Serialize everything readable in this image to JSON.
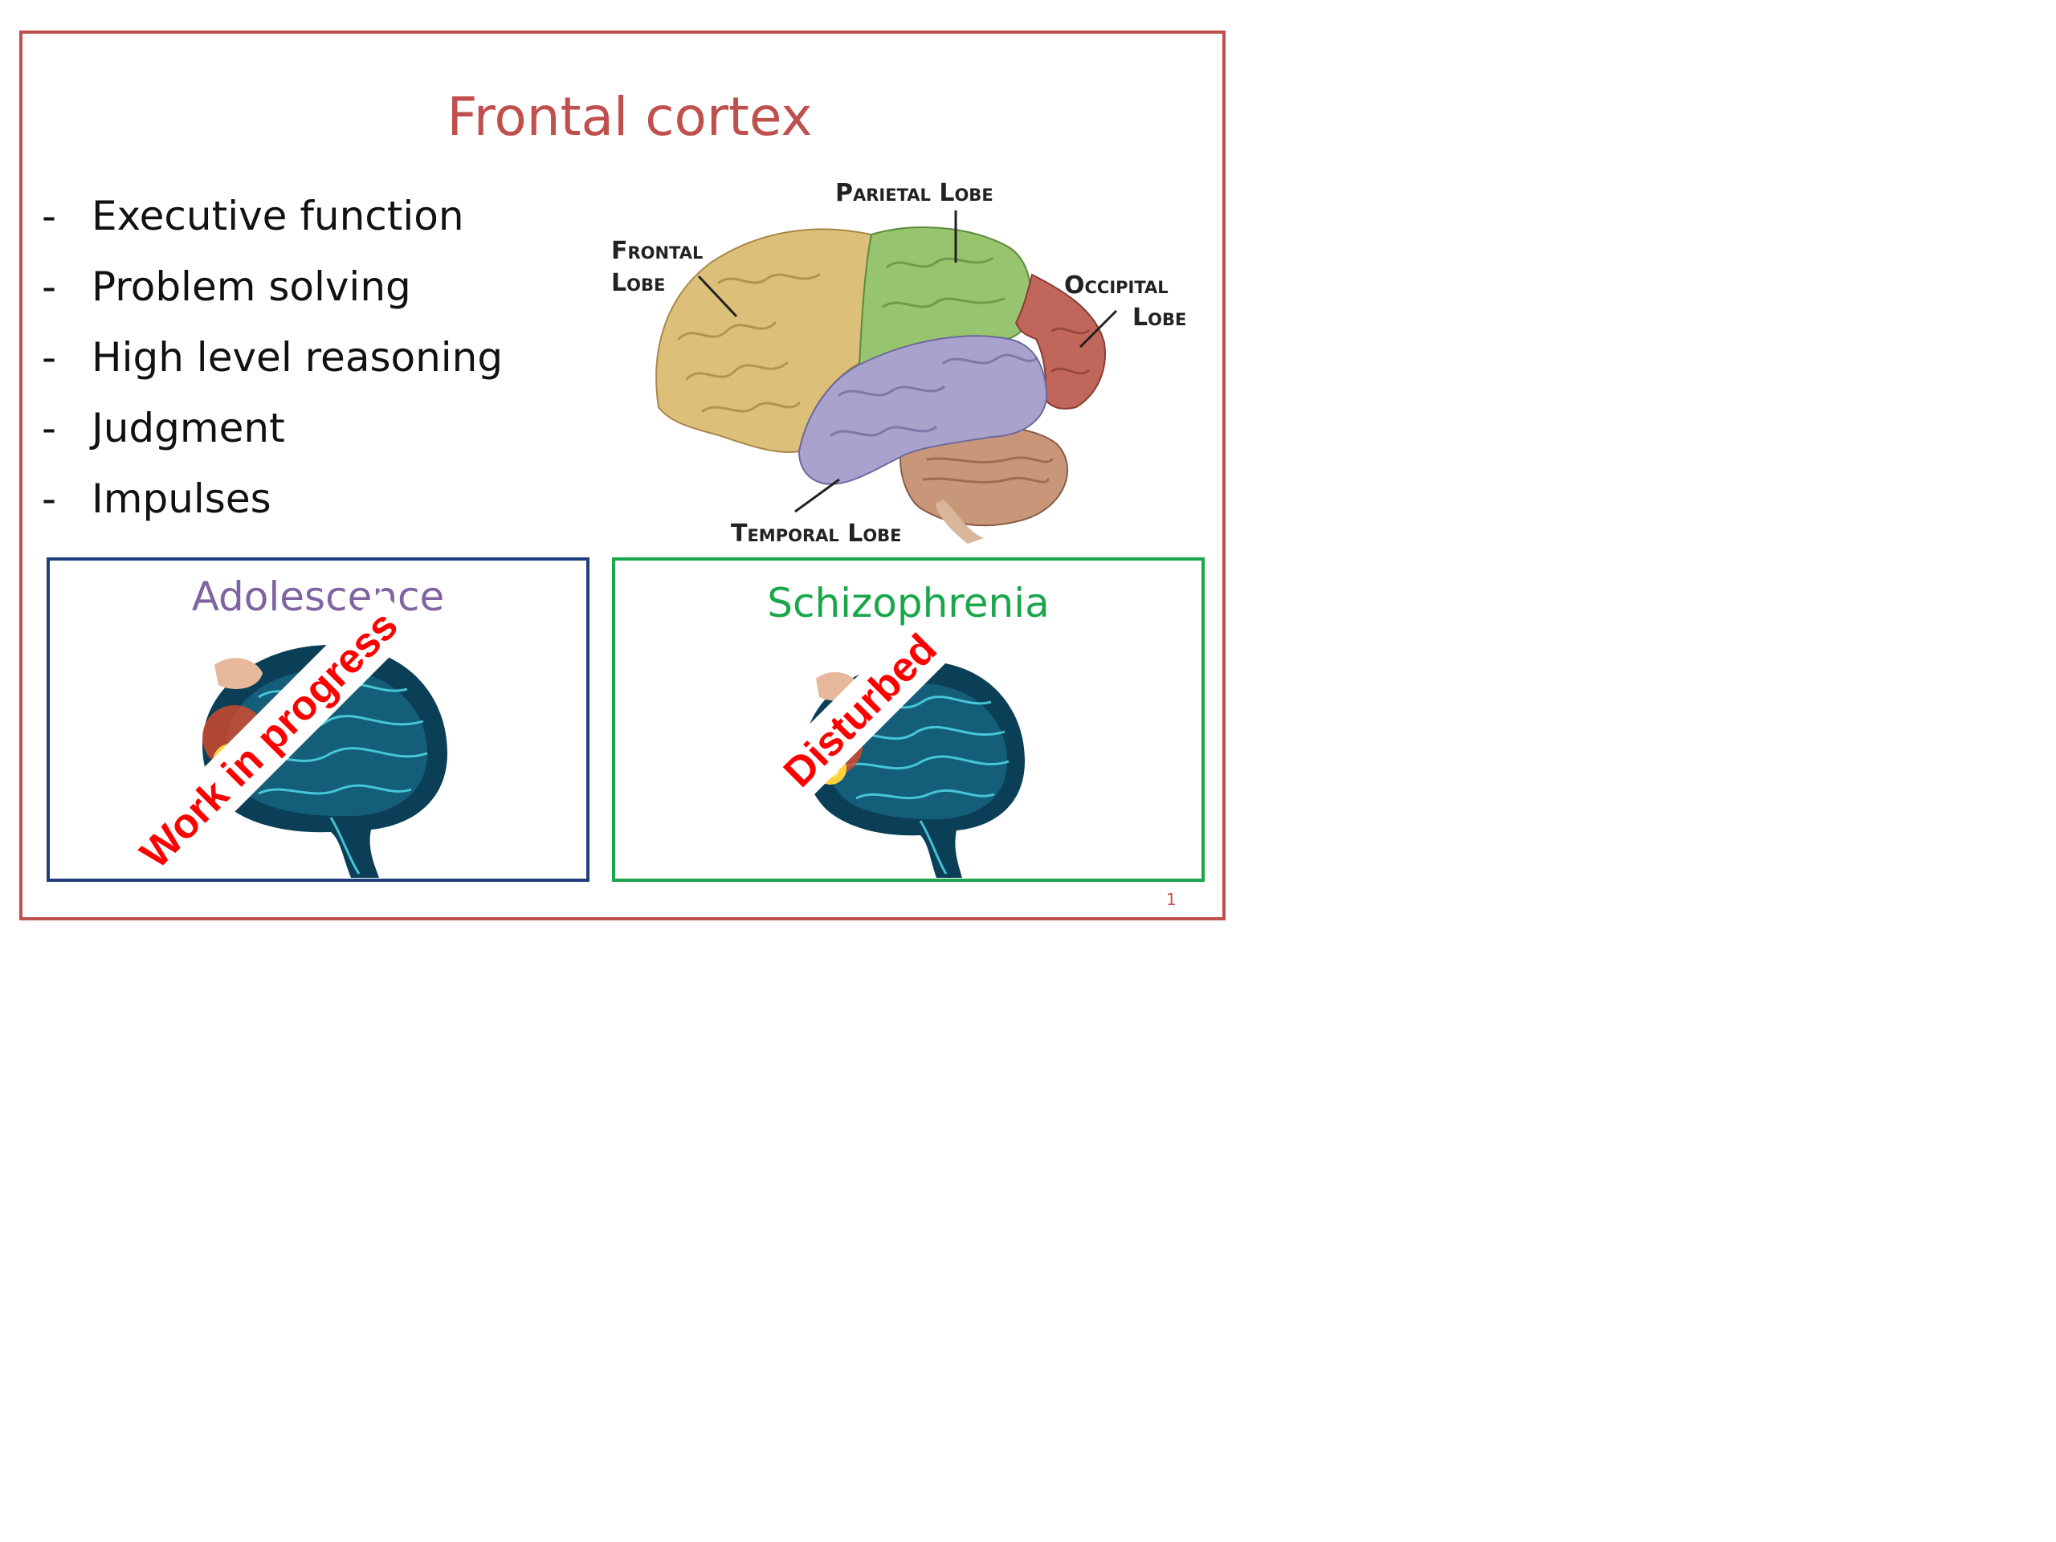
{
  "slide": {
    "title": "Frontal cortex",
    "bullets": [
      {
        "marker": "-",
        "text": "Executive function"
      },
      {
        "marker": "-",
        "text": "Problem solving"
      },
      {
        "marker": "-",
        "text": "High level reasoning"
      },
      {
        "marker": "-",
        "text": "Judgment"
      },
      {
        "marker": "-",
        "text": "Impulses"
      }
    ],
    "page_number": "1"
  },
  "brain_diagram": {
    "labels": {
      "parietal": "Parietal Lobe",
      "frontal_line1": "Frontal",
      "frontal_line2": "Lobe",
      "occipital_line1": "Occipital",
      "occipital_line2": "Lobe",
      "temporal": "Temporal Lobe"
    },
    "colors": {
      "frontal": "#dcc07a",
      "parietal": "#97c46e",
      "occipital": "#c0665a",
      "temporal": "#a8a2cc",
      "cerebellum": "#c8977a"
    }
  },
  "panels": [
    {
      "title": "Adolescence",
      "stamp": "Work in progress",
      "border_color": "#1f3e7c",
      "title_color": "#8064a2",
      "stamp_color": "#ff0000"
    },
    {
      "title": "Schizophrenia",
      "stamp": "Disturbed",
      "border_color": "#1aa64a",
      "title_color": "#1aa64a",
      "stamp_color": "#ff0000"
    }
  ]
}
